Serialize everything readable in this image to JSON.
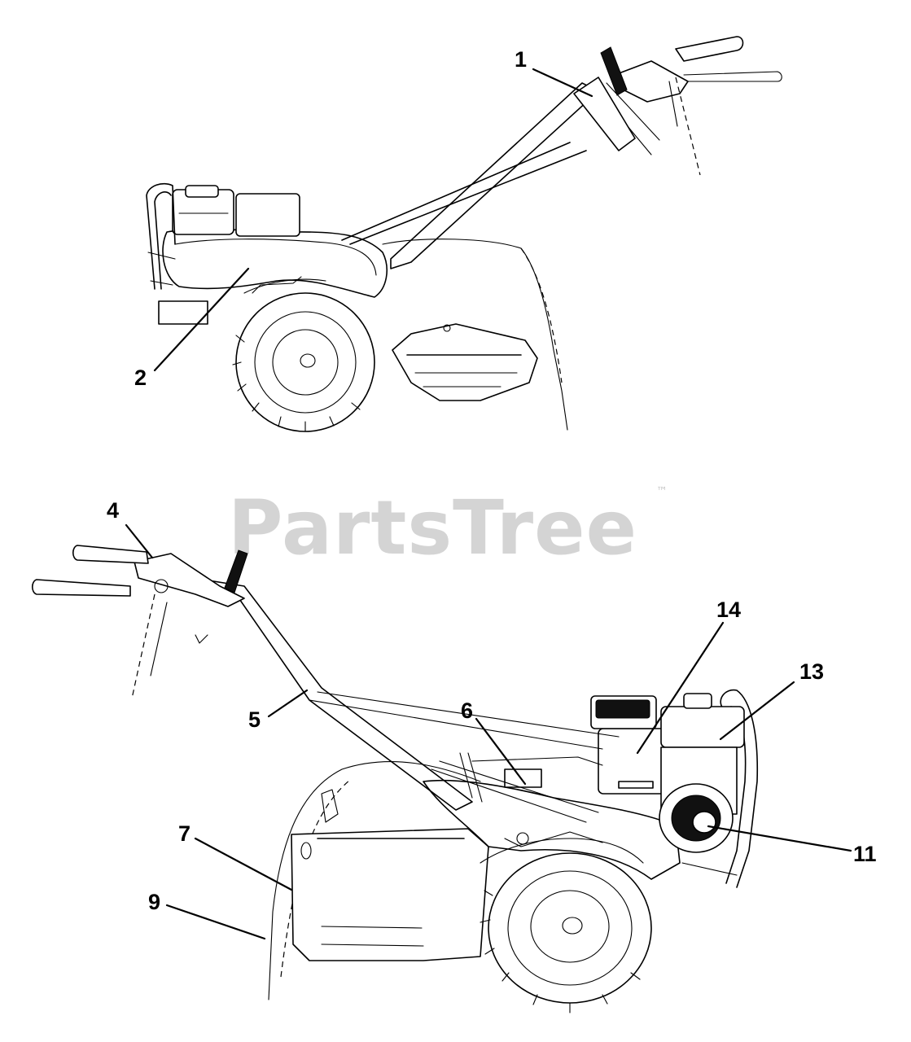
{
  "watermark": {
    "text": "PartsTree",
    "trademark": "™",
    "color": "#d4d4d4"
  },
  "callouts": {
    "c1": "1",
    "c2": "2",
    "c4": "4",
    "c5": "5",
    "c6": "6",
    "c7": "7",
    "c9": "9",
    "c11": "11",
    "c13": "13",
    "c14": "14"
  }
}
